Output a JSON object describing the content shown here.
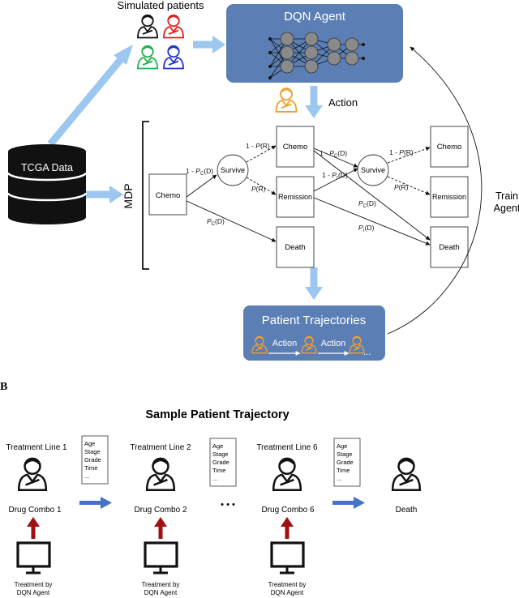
{
  "top": {
    "simulated_patients": "Simulated patients",
    "dqn_agent": "DQN Agent",
    "action": "Action",
    "tcga": "TCGA Data",
    "mdp": "MDP",
    "train": "Train",
    "agent": "Agent",
    "states": {
      "chemo_start": "Chemo",
      "survive1": "Survive",
      "chemo_mid": "Chemo",
      "remission_mid": "Remission",
      "death_mid": "Death",
      "survive2": "Survive",
      "chemo_end": "Chemo",
      "remission_end": "Remission",
      "death_end": "Death"
    },
    "probs": {
      "one_minus": "1 - ",
      "p": "P",
      "c": "C",
      "r": "r",
      "d": "(D)",
      "rr": "(R)"
    },
    "trajectories": {
      "title": "Patient Trajectories",
      "action1": "Action",
      "action2": "Action",
      "ellipsis": "..."
    },
    "colors": {
      "panel": "#5b7fb5",
      "arrow": "#9cc7ef",
      "orange": "#f0a030",
      "red": "#e0201c",
      "green": "#22b14c",
      "blue": "#2233cc",
      "dark_red": "#a01010",
      "bar_blue": "#4472c4"
    }
  },
  "bottom": {
    "label": "B",
    "title": "Sample Patient Trajectory",
    "lines": [
      "Treatment  Line 1",
      "Treatment  Line 2",
      "Treatment  Line 6"
    ],
    "combos": [
      "Drug Combo 1",
      "Drug Combo 2",
      "Drug Combo 6"
    ],
    "death": "Death",
    "treatments": [
      [
        "Treatment by",
        "DQN Agent"
      ],
      [
        "Treatment  by",
        "DQN Agent"
      ],
      [
        "Treatment  by",
        "DQN Agent"
      ]
    ],
    "card": [
      "Age",
      "Stage",
      "Grade",
      "Time",
      "..."
    ],
    "dots": "• • •"
  }
}
